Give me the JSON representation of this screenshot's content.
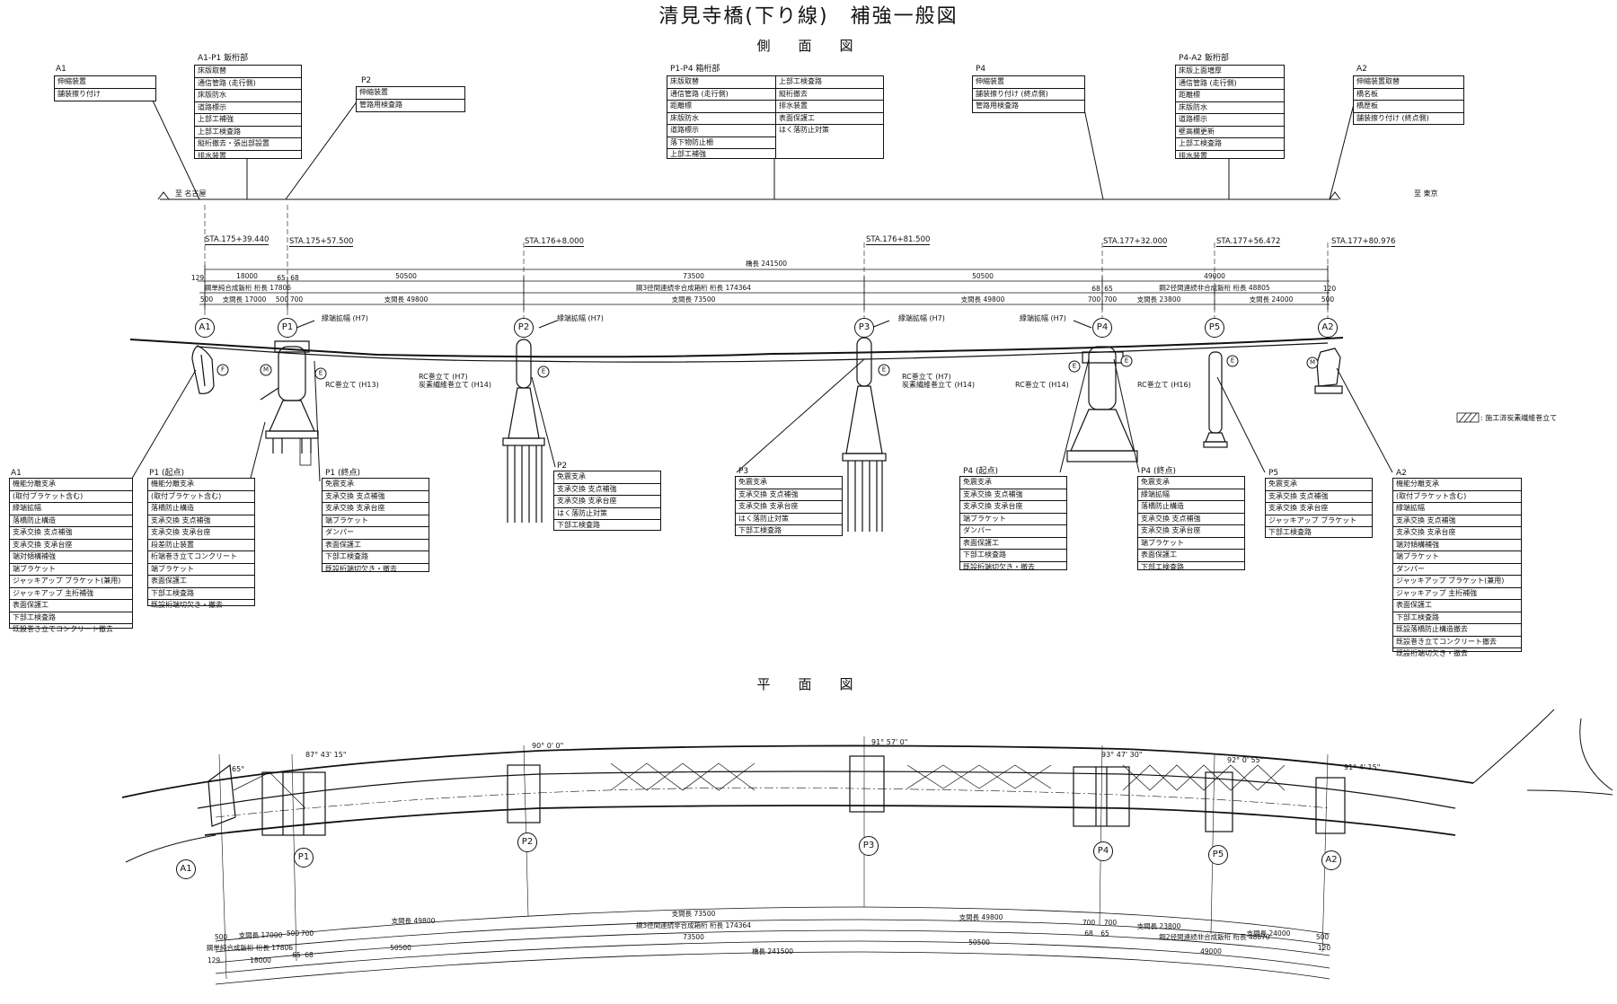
{
  "title": "清見寺橋(下り線)　補強一般図",
  "side_view_title": "側　面　図",
  "plan_view_title": "平　面　図",
  "direction": {
    "west": "至 名古屋",
    "east": "至 東京"
  },
  "legend": ": 施工済炭素繊維巻立て",
  "stations": [
    "STA.175+39.440",
    "STA.175+57.500",
    "STA.176+8.000",
    "STA.176+81.500",
    "STA.177+32.000",
    "STA.177+56.472",
    "STA.177+80.976"
  ],
  "piers": [
    "A1",
    "P1",
    "P2",
    "P3",
    "P4",
    "P5",
    "A2"
  ],
  "dimensions": {
    "bridge_length": "橋長 241500",
    "row1": [
      "18000",
      "50500",
      "73500",
      "50500",
      "49000"
    ],
    "row1_small": [
      "129",
      "65",
      "68",
      "68",
      "65",
      "120"
    ],
    "girder_a": "鋼単純合成鈑桁 桁長 17806",
    "girder_b": "鋼3径間連続非合成箱桁 桁長 174364",
    "girder_c": "鋼2径間連続非合成鈑桁 桁長 48805",
    "girder_c_plan": "鋼2径間連続非合成鈑桁 桁長 48870",
    "spans": [
      "支間長 17000",
      "支間長 49800",
      "支間長 73500",
      "支間長 49800",
      "支間長 23800",
      "支間長 24000"
    ],
    "span_small": [
      "500",
      "500",
      "700",
      "700",
      "700",
      "500"
    ]
  },
  "annotations": {
    "edge_widening": "縁端拡幅 (H7)",
    "rc_p1": "RC巻立て (H13)",
    "rc_p2": "RC巻立て (H7)",
    "cf_p2": "炭素繊維巻立て (H14)",
    "rc_p3": "RC巻立て (H7)",
    "cf_p3": "炭素繊維巻立て (H14)",
    "rc_p4": "RC巻立て (H14)",
    "rc_p5": "RC巻立て (H16)"
  },
  "top_boxes": [
    {
      "caption": "A1",
      "rows": [
        "伸縮装置",
        "舗装擦り付け"
      ]
    },
    {
      "caption": "A1-P1 鈑桁部",
      "rows": [
        "床版取替",
        "通信管路 (走行側)",
        "床版防水",
        "道路標示",
        "上部工補強",
        "上部工検査路",
        "縦桁撤去・張出部設置",
        "排水装置"
      ]
    },
    {
      "caption": "P2",
      "rows": [
        "伸縮装置",
        "管路用検査路"
      ]
    },
    {
      "caption": "P1-P4 箱桁部",
      "rows": [
        "床版取替",
        "通信管路 (走行側)",
        "距離標",
        "床版防水",
        "道路標示",
        "落下物防止柵",
        "上部工補強"
      ],
      "rows2": [
        "上部工検査路",
        "縦桁撤去",
        "排水装置",
        "表面保護工",
        "はく落防止対策"
      ]
    },
    {
      "caption": "P4",
      "rows": [
        "伸縮装置",
        "舗装擦り付け (終点側)",
        "管路用検査路"
      ]
    },
    {
      "caption": "P4-A2 鈑桁部",
      "rows": [
        "床版上面増厚",
        "通信管路 (走行側)",
        "距離標",
        "床版防水",
        "道路標示",
        "壁高欄更新",
        "上部工検査路",
        "排水装置"
      ]
    },
    {
      "caption": "A2",
      "rows": [
        "伸縮装置取替",
        "橋名板",
        "橋歴板",
        "舗装擦り付け (終点側)"
      ]
    }
  ],
  "bottom_boxes": [
    {
      "caption": "A1",
      "rows": [
        "機能分離支承",
        "(取付ブラケット含む)",
        "縁端拡幅",
        "落橋防止構造",
        "支承交換 支点補強",
        "支承交換 支承台座",
        "端対傾構補強",
        "端ブラケット",
        "ジャッキアップ ブラケット(兼用)",
        "ジャッキアップ 主桁補強",
        "表面保護工",
        "下部工検査路",
        "既設巻き立てコンクリート撤去"
      ]
    },
    {
      "caption": "P1 (起点)",
      "rows": [
        "機能分離支承",
        "(取付ブラケット含む)",
        "落橋防止構造",
        "支承交換 支点補強",
        "支承交換 支承台座",
        "段差防止装置",
        "桁端巻き立てコンクリート",
        "端ブラケット",
        "表面保護工",
        "下部工検査路",
        "既設桁端切欠き・撤去"
      ]
    },
    {
      "caption": "P1 (終点)",
      "rows": [
        "免震支承",
        "支承交換 支点補強",
        "支承交換 支承台座",
        "端ブラケット",
        "ダンパー",
        "表面保護工",
        "下部工検査路",
        "既設桁端切欠き・撤去"
      ]
    },
    {
      "caption": "P2",
      "rows": [
        "免震支承",
        "支承交換 支点補強",
        "支承交換 支承台座",
        "はく落防止対策",
        "下部工検査路"
      ]
    },
    {
      "caption": "P3",
      "rows": [
        "免震支承",
        "支承交換 支点補強",
        "支承交換 支承台座",
        "はく落防止対策",
        "下部工検査路"
      ]
    },
    {
      "caption": "P4 (起点)",
      "rows": [
        "免震支承",
        "支承交換 支点補強",
        "支承交換 支承台座",
        "端ブラケット",
        "ダンパー",
        "表面保護工",
        "下部工検査路",
        "既設桁端切欠き・撤去"
      ]
    },
    {
      "caption": "P4 (終点)",
      "rows": [
        "免震支承",
        "縁端拡幅",
        "落橋防止構造",
        "支承交換 支点補強",
        "支承交換 支承台座",
        "端ブラケット",
        "表面保護工",
        "下部工検査路"
      ]
    },
    {
      "caption": "P5",
      "rows": [
        "免震支承",
        "支承交換 支点補強",
        "支承交換 支承台座",
        "ジャッキアップ ブラケット",
        "下部工検査路"
      ]
    },
    {
      "caption": "A2",
      "rows": [
        "機能分離支承",
        "(取付ブラケット含む)",
        "縁端拡幅",
        "支承交換 支点補強",
        "支承交換 支承台座",
        "端対傾構補強",
        "端ブラケット",
        "ダンパー",
        "ジャッキアップ ブラケット(兼用)",
        "ジャッキアップ 主桁補強",
        "表面保護工",
        "下部工検査路",
        "既設落橋防止構造撤去",
        "既設巻き立てコンクリート撤去",
        "既設桁端切欠き・撤去"
      ]
    }
  ],
  "plan_angles": [
    "65°",
    "87° 43' 15\"",
    "90° 0' 0\"",
    "91° 57' 0\"",
    "93° 47' 30\"",
    "92° 0' 55\"",
    "91° 4' 15\""
  ]
}
